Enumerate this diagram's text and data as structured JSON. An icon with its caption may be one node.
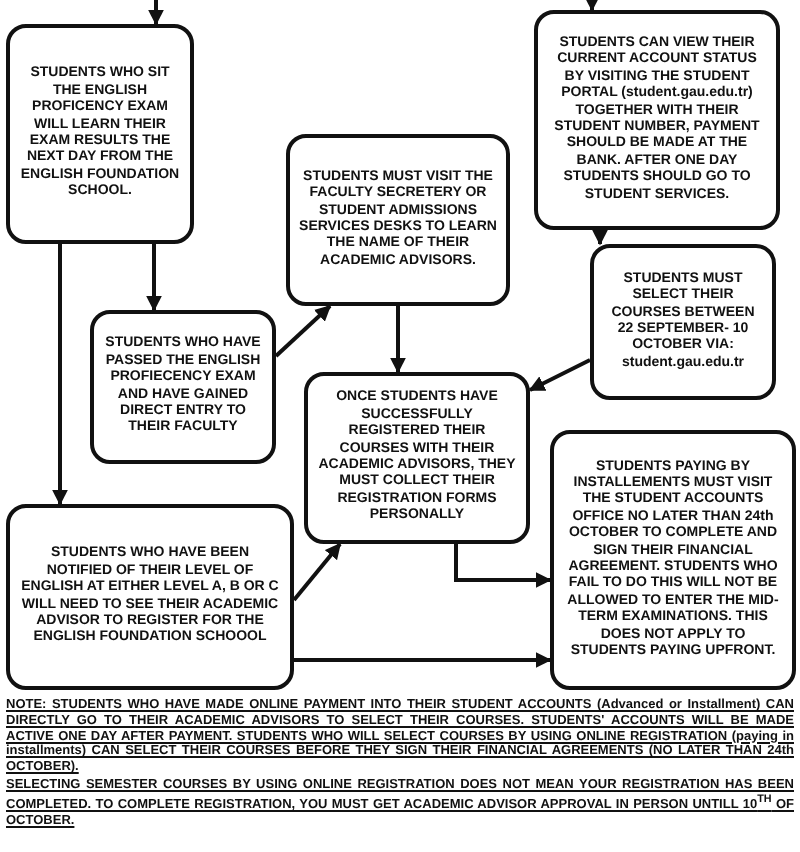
{
  "diagram": {
    "nodes": [
      {
        "text": [
          "STUDENTS WHO SIT THE ENGLISH PROFICENCY EXAM WILL LEARN THEIR EXAM RESULTS THE NEXT DAY FROM THE ENGLISH FOUNDATION SCHOOL."
        ]
      },
      {
        "text": [
          "STUDENTS CAN VIEW THEIR CURRENT ACCOUNT STATUS BY VISITING THE STUDENT PORTAL (student.gau.edu.tr) TOGETHER WITH THEIR STUDENT NUMBER, PAYMENT SHOULD BE MADE AT THE BANK. AFTER ONE DAY STUDENTS SHOULD GO TO STUDENT SERVICES."
        ]
      },
      {
        "text": [
          "STUDENTS MUST VISIT THE FACULTY SECRETERY OR STUDENT ADMISSIONS SERVICES DESKS TO LEARN THE NAME OF THEIR ACADEMIC ADVISORS."
        ]
      },
      {
        "text": [
          "STUDENTS MUST SELECT THEIR COURSES BETWEEN 22 SEPTEMBER- 10 OCTOBER VIA: student.gau.edu.tr"
        ]
      },
      {
        "text": [
          "STUDENTS WHO HAVE PASSED THE ENGLISH PROFIECENCY EXAM AND HAVE GAINED DIRECT ENTRY TO THEIR FACULTY"
        ]
      },
      {
        "text": [
          "ONCE STUDENTS HAVE SUCCESSFULLY REGISTERED THEIR COURSES WITH THEIR ACADEMIC ADVISORS, THEY MUST COLLECT THEIR REGISTRATION FORMS PERSONALLY"
        ]
      },
      {
        "text": [
          "STUDENTS PAYING BY INSTALLEMENTS MUST VISIT THE STUDENT ACCOUNTS OFFICE NO LATER THAN 24th OCTOBER TO COMPLETE AND SIGN THEIR FINANCIAL AGREEMENT. STUDENTS WHO FAIL TO DO THIS WILL NOT BE ALLOWED TO ENTER THE MID-TERM EXAMINATIONS. THIS DOES NOT APPLY TO STUDENTS PAYING UPFRONT."
        ]
      },
      {
        "text": [
          "STUDENTS WHO HAVE BEEN NOTIFIED OF THEIR LEVEL OF ENGLISH AT EITHER LEVEL A, B OR C WILL NEED TO SEE THEIR ACADEMIC ADVISOR TO REGISTER FOR THE ENGLISH FOUNDATION SCHOOOL"
        ]
      }
    ],
    "edges": [
      {
        "from": null,
        "to": 0,
        "arrow": "to"
      },
      {
        "from": null,
        "to": 1,
        "arrow": "to"
      },
      {
        "from": 0,
        "to": 4,
        "arrow": "to"
      },
      {
        "from": 0,
        "to": 7,
        "arrow": "to"
      },
      {
        "from": 4,
        "to": 2,
        "arrow": "to"
      },
      {
        "from": 2,
        "to": 5,
        "arrow": "to"
      },
      {
        "from": 1,
        "to": 3,
        "arrow": "to"
      },
      {
        "from": 3,
        "to": 5,
        "arrow": "to"
      },
      {
        "from": 7,
        "to": 5,
        "arrow": "to"
      },
      {
        "from": 5,
        "to": 6,
        "arrow": "to"
      },
      {
        "from": 7,
        "to": 6,
        "arrow": "to"
      }
    ],
    "labels": [
      "NOTE: STUDENTS WHO HAVE MADE ONLINE PAYMENT INTO THEIR STUDENT ACCOUNTS (Advanced or Installment) CAN DIRECTLY GO TO THEIR ACADEMIC ADVISORS TO SELECT THEIR COURSES. STUDENTS' ACCOUNTS WILL BE MADE ACTIVE ONE DAY AFTER PAYMENT. STUDENTS WHO WILL SELECT COURSES BY USING ONLINE REGISTRATION (paying in installments) CAN SELECT THEIR COURSES BEFORE THEY SIGN THEIR FINANCIAL AGREEMENTS (NO LATER THAN 24th OCTOBER).",
      "SELECTING SEMESTER COURSES BY USING ONLINE REGISTRATION DOES NOT MEAN YOUR REGISTRATION HAS BEEN COMPLETED. TO COMPLETE REGISTRATION, YOU MUST GET ACADEMIC ADVISOR APPROVAL IN PERSON UNTILL 10$^{TH}$ OF OCTOBER."
    ]
  }
}
